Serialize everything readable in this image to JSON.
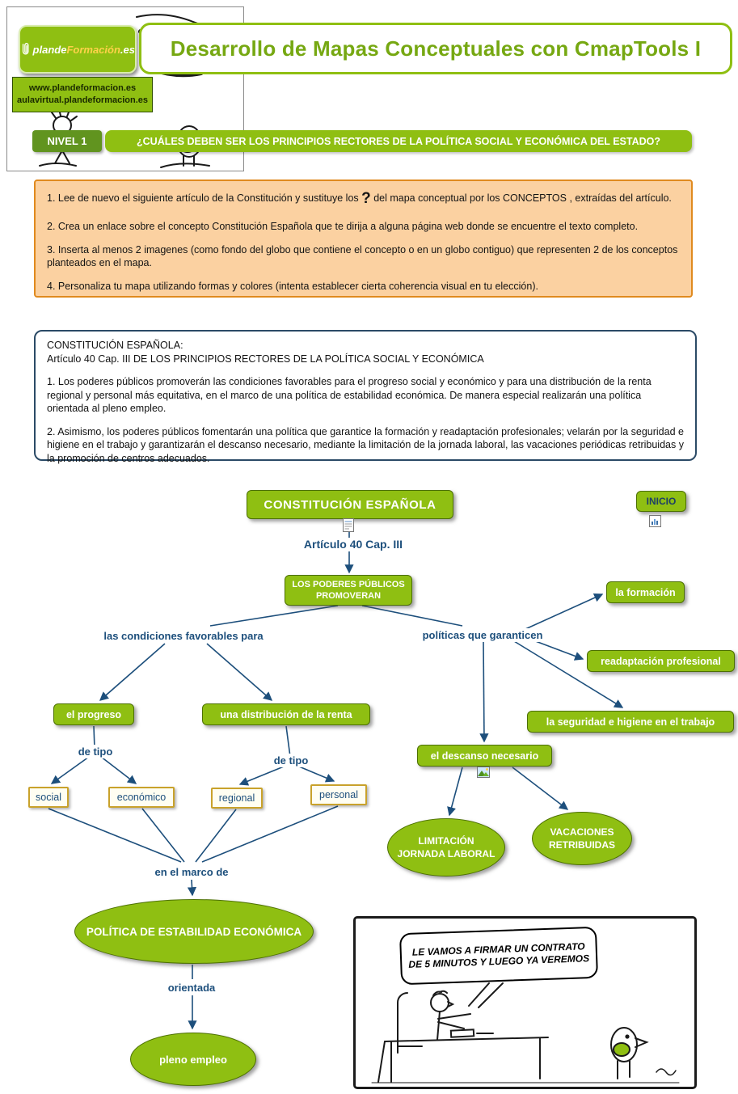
{
  "header": {
    "logo1": "plande",
    "logo2": "Formación",
    "logo3": ".es",
    "url_line1": "www.plandeformacion.es",
    "url_line2": "aulavirtual.plandeformacion.es",
    "title": "Desarrollo de Mapas Conceptuales con CmapTools I",
    "level": "NIVEL 1",
    "question": "¿CUÁLES DEBEN SER LOS PRINCIPIOS RECTORES DE LA POLÍTICA SOCIAL Y ECONÓMICA DEL ESTADO?"
  },
  "instructions": {
    "item1_before": "1. Lee de nuevo el siguiente artículo de la Constitución y sustituye los ",
    "item1_mark": "?",
    "item1_after": " del mapa conceptual por los CONCEPTOS , extraídas del artículo.",
    "item2": "2. Crea un enlace sobre el concepto Constitución Española que te dirija a alguna página web donde se encuentre el texto completo.",
    "item3": "3. Inserta al menos 2 imagenes (como fondo del globo que contiene el concepto o en un globo contiguo) que representen 2 de los conceptos planteados en el mapa.",
    "item4": "4. Personaliza tu mapa utilizando formas y colores (intenta establecer cierta coherencia visual en tu elección)."
  },
  "article": {
    "line1": "CONSTITUCIÓN ESPAÑOLA:",
    "line2": "Artículo 40 Cap. III  DE LOS PRINCIPIOS RECTORES DE LA POLÍTICA SOCIAL Y ECONÓMICA",
    "p1": "1. Los poderes públicos promoverán las condiciones favorables para el progreso social y económico y para una distribución de la renta regional y personal más equitativa, en el marco de una política de estabilidad económica. De manera especial realizarán una política orientada al pleno empleo.",
    "p2": "2. Asimismo, los poderes públicos fomentarán una política que garantice la formación y readaptación profesionales; velarán por la seguridad e higiene en el trabajo y garantizarán el descanso necesario, mediante la limitación de la jornada laboral, las vacaciones periódicas retribuidas y la promoción de centros adecuados."
  },
  "map": {
    "constitucion": "CONSTITUCIÓN ESPAÑOLA",
    "inicio": "INICIO",
    "articulo": "Artículo 40 Cap. III",
    "poderes": "LOS PODERES PÚBLICOS PROMOVERAN",
    "condiciones": "las condiciones favorables para",
    "politicas": "políticas que garanticen",
    "progreso": "el progreso",
    "distribucion": "una distribución de la renta",
    "de_tipo1": "de tipo",
    "de_tipo2": "de tipo",
    "social": "social",
    "economico": "económico",
    "regional": "regional",
    "personal": "personal",
    "formacion": "la formación",
    "readaptacion": "readaptación profesional",
    "seguridad": "la seguridad e higiene en el trabajo",
    "descanso": "el descanso necesario",
    "limitacion": "LIMITACIÓN JORNADA LABORAL",
    "vacaciones": "VACACIONES RETRIBUIDAS",
    "marco": "en el marco de",
    "estabilidad": "POLÍTICA DE ESTABILIDAD ECONÓMICA",
    "orientada": "orientada",
    "pleno": "pleno empleo"
  },
  "comic": {
    "bubble": "LE VAMOS A FIRMAR UN CONTRATO DE 5 MINUTOS Y LUEGO YA VEREMOS"
  },
  "colors": {
    "green": "#8fbf12",
    "green_border": "#4c7000",
    "badge_green": "#61941f",
    "title_green": "#76a812",
    "navy": "#1d4f7c",
    "orange_bg": "#fbd1a1",
    "orange_border": "#e08a1e",
    "leaf_border": "#c9a22b"
  }
}
